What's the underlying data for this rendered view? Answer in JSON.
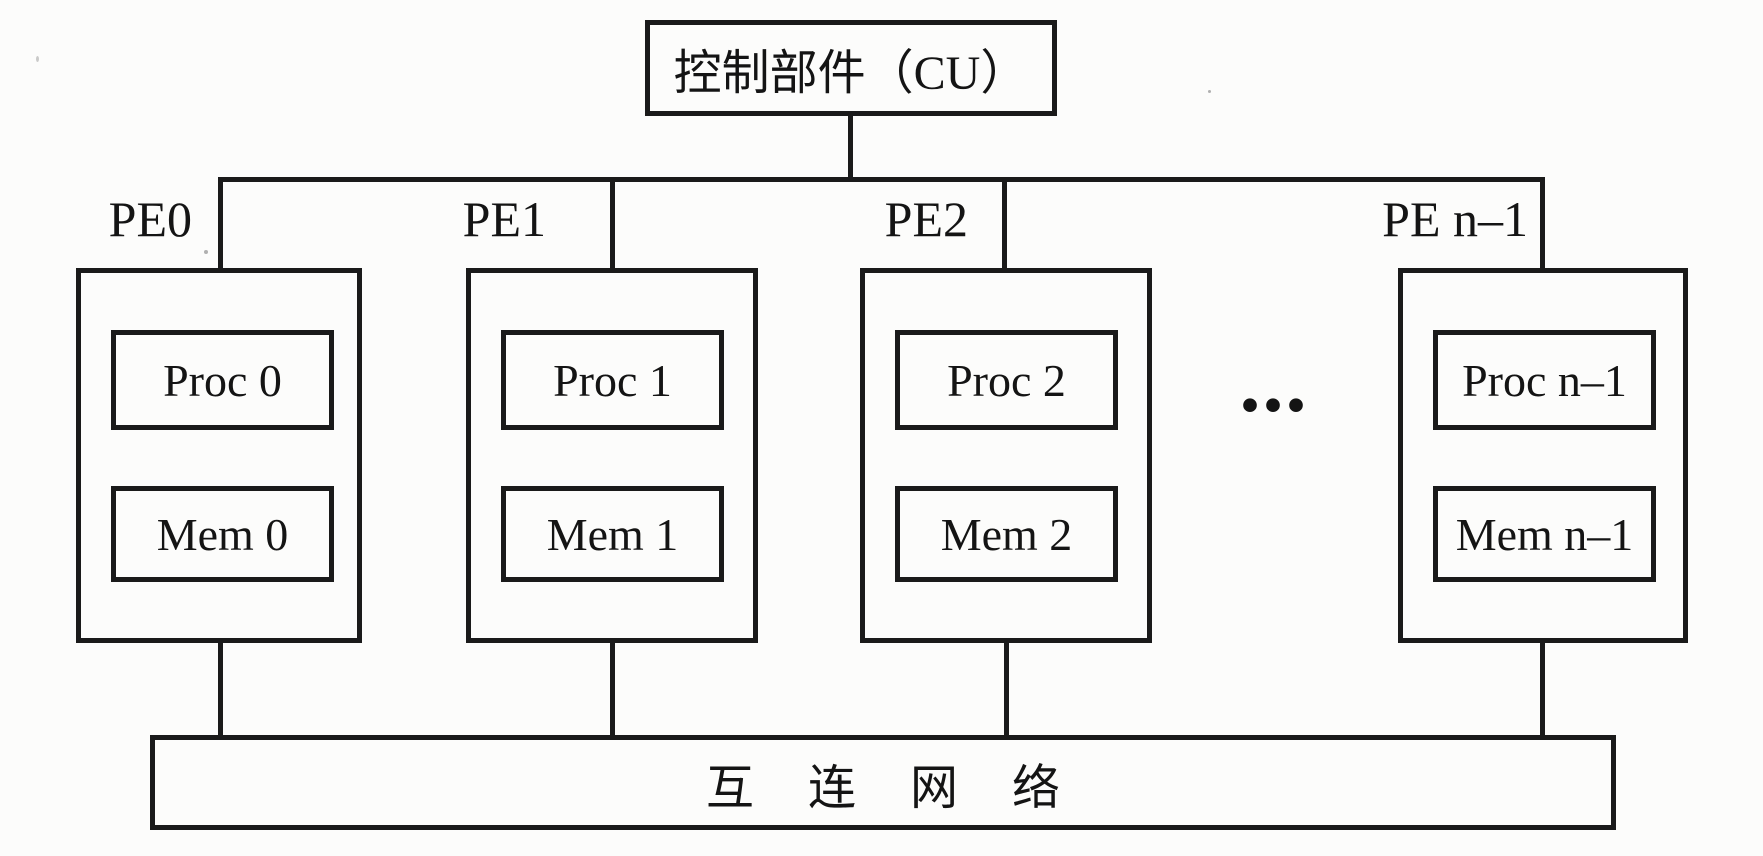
{
  "figure": {
    "control_unit": {
      "label": "控制部件（CU）"
    },
    "processing_elements": [
      {
        "name": "PE0",
        "proc": "Proc 0",
        "mem": "Mem 0"
      },
      {
        "name": "PE1",
        "proc": "Proc 1",
        "mem": "Mem 1"
      },
      {
        "name": "PE2",
        "proc": "Proc 2",
        "mem": "Mem 2"
      },
      {
        "name": "PE n–1",
        "proc": "Proc n–1",
        "mem": "Mem n–1"
      }
    ],
    "ellipsis": "...",
    "interconnect": {
      "label": "互连网络"
    },
    "colors": {
      "line": "#1a1a1a",
      "text": "#141414",
      "background": "#fcfcfb"
    }
  }
}
